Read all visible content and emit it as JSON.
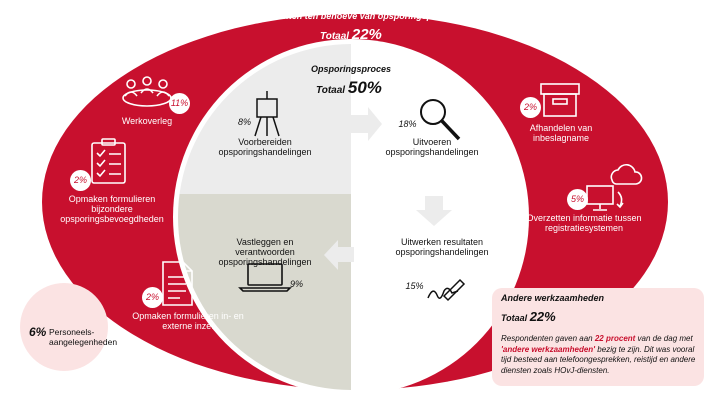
{
  "header": {
    "title": "Activiteiten ten behoeve van opsporingsproces",
    "total_label": "Totaal",
    "total_value": "22%"
  },
  "center": {
    "title": "Opsporingsproces",
    "total_label": "Totaal",
    "total_value": "50%"
  },
  "quadrants": [
    {
      "label": "Voorbereiden opsporingshandelingen",
      "percent": "8%",
      "icon": "easel-icon"
    },
    {
      "label": "Uitvoeren opsporingshandelingen",
      "percent": "18%",
      "icon": "magnifier-icon"
    },
    {
      "label": "Uitwerken resultaten opsporingshandelingen",
      "percent": "15%",
      "icon": "signature-pen-icon"
    },
    {
      "label": "Vastleggen en verantwoorden opsporingshandelingen",
      "percent": "9%",
      "icon": "laptop-icon"
    }
  ],
  "ring": [
    {
      "label": "Werkoverleg",
      "percent": "11%",
      "icon": "meeting-table-icon"
    },
    {
      "label": "Opmaken formulieren bijzondere opsporingsbevoegdheden",
      "percent": "2%",
      "icon": "checklist-icon"
    },
    {
      "label": "Opmaken formulieren in- en externe inzet",
      "percent": "2%",
      "icon": "document-icon"
    },
    {
      "label": "Afhandelen van inbeslagname",
      "percent": "2%",
      "icon": "box-icon"
    },
    {
      "label": "Overzetten informatie tussen registratiesystemen",
      "percent": "5%",
      "icon": "cloud-computer-icon"
    }
  ],
  "personeel": {
    "percent": "6%",
    "label": "Personeels- aangelegenheden",
    "icon": "people-network-icon"
  },
  "other_work": {
    "title": "Andere werkzaamheden",
    "total_label": "Totaal",
    "total_value": "22%",
    "text_before": "Respondenten gaven aan ",
    "text_highlight": "22 procent",
    "text_middle": " van de dag met ",
    "text_quote": "'andere werkzaamheden'",
    "text_after": " bezig te zijn. Dit was vooral tijd besteed aan telefoongesprekken, reistijd en andere diensten zoals HOvJ-diensten.",
    "icon": "gears-icon"
  },
  "colors": {
    "ring_red": "#c8102e",
    "quad_light": "#ececec",
    "quad_white": "#ffffff",
    "quad_dark": "#d9d9cf",
    "box_pink": "#fbe3e3"
  }
}
